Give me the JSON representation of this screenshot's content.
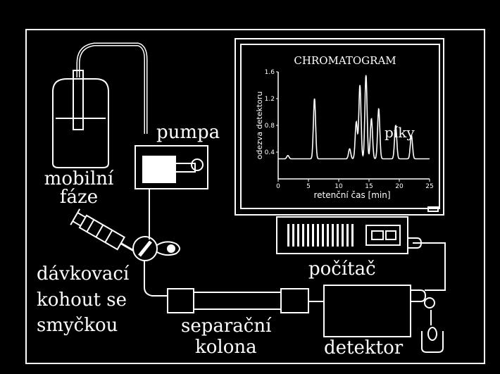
{
  "labels": {
    "pump": "pumpa",
    "mobile_phase_1": "mobilní",
    "mobile_phase_2": "fáze",
    "injector_1": "dávkovací",
    "injector_2": "kohout se",
    "injector_3": "smyčkou",
    "column_1": "separační",
    "column_2": "kolona",
    "detector": "detektor",
    "computer": "počítač"
  },
  "chart_data": {
    "type": "line",
    "title": "CHROMATOGRAM",
    "xlabel": "retenční čas [min]",
    "ylabel": "odezva detektoru",
    "annotation": "píky",
    "xlim": [
      0,
      25
    ],
    "ylim": [
      0,
      1.6
    ],
    "x_ticks": [
      0,
      5,
      10,
      15,
      20,
      25
    ],
    "x_tick_labels": [
      "0",
      "5",
      "10",
      "15",
      "20",
      "25"
    ],
    "y_ticks": [
      0.4,
      0.8,
      1.2,
      1.6
    ],
    "y_tick_labels": [
      "0.4",
      "0.8",
      "1.2",
      "1.6"
    ],
    "baseline": 0.3,
    "peaks": [
      {
        "x": 1.6,
        "height": 0.35
      },
      {
        "x": 6.0,
        "height": 1.2
      },
      {
        "x": 11.8,
        "height": 0.45
      },
      {
        "x": 12.9,
        "height": 0.85
      },
      {
        "x": 13.5,
        "height": 1.4
      },
      {
        "x": 14.5,
        "height": 1.55
      },
      {
        "x": 15.4,
        "height": 0.9
      },
      {
        "x": 16.6,
        "height": 1.05
      },
      {
        "x": 19.4,
        "height": 0.8
      },
      {
        "x": 22.0,
        "height": 0.65
      }
    ]
  }
}
